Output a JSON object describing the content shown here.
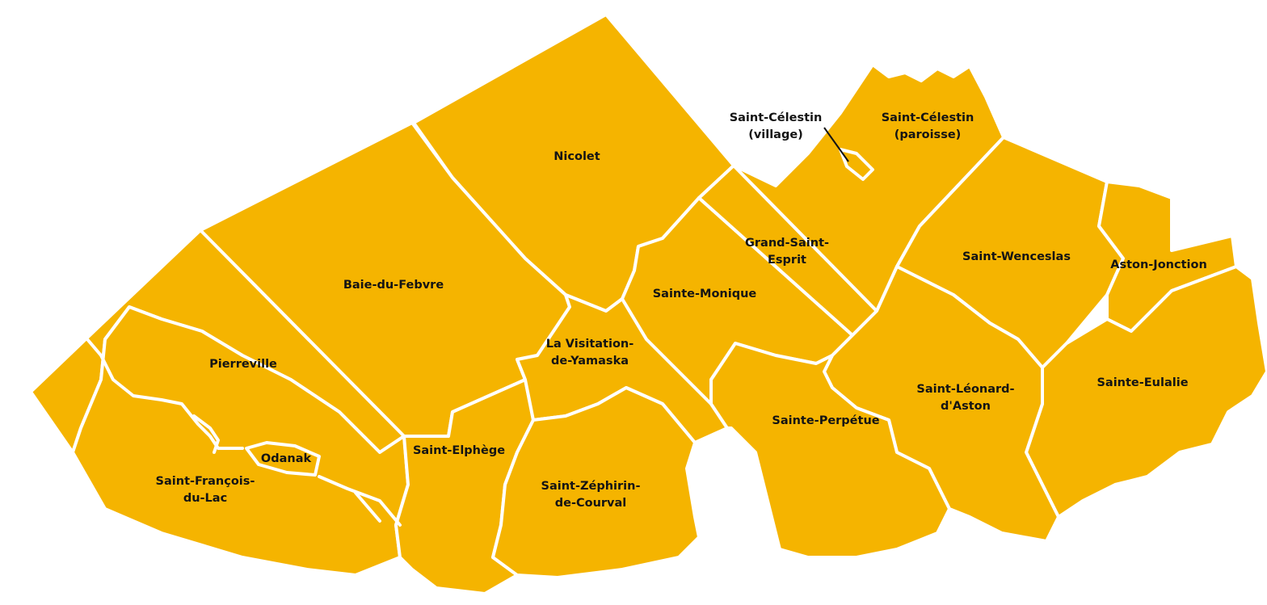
{
  "map": {
    "fill_color": "#F5B400",
    "border_color": "#FFFFFF",
    "label_color": "#141414",
    "background": "#FFFFFF",
    "labels": {
      "nicolet": [
        "Nicolet"
      ],
      "saint_celestin_village": [
        "Saint-Célestin",
        "(village)"
      ],
      "saint_celestin_paroisse": [
        "Saint-Célestin",
        "(paroisse)"
      ],
      "grand_saint_esprit": [
        "Grand-Saint-",
        "Esprit"
      ],
      "saint_wenceslas": [
        "Saint-Wenceslas"
      ],
      "aston_jonction": [
        "Aston-Jonction"
      ],
      "baie_du_febvre": [
        "Baie-du-Febvre"
      ],
      "sainte_monique": [
        "Sainte-Monique"
      ],
      "la_visitation": [
        "La Visitation-",
        "de-Yamaska"
      ],
      "pierreville": [
        "Pierreville"
      ],
      "sainte_eulalie": [
        "Sainte-Eulalie"
      ],
      "saint_leonard": [
        "Saint-Léonard-",
        "d'Aston"
      ],
      "sainte_perpetue": [
        "Sainte-Perpétue"
      ],
      "saint_elphege": [
        "Saint-Elphège"
      ],
      "odanak": [
        "Odanak"
      ],
      "saint_zephirin": [
        "Saint-Zéphirin-",
        "de-Courval"
      ],
      "saint_francois": [
        "Saint-François-",
        "du-Lac"
      ]
    }
  }
}
